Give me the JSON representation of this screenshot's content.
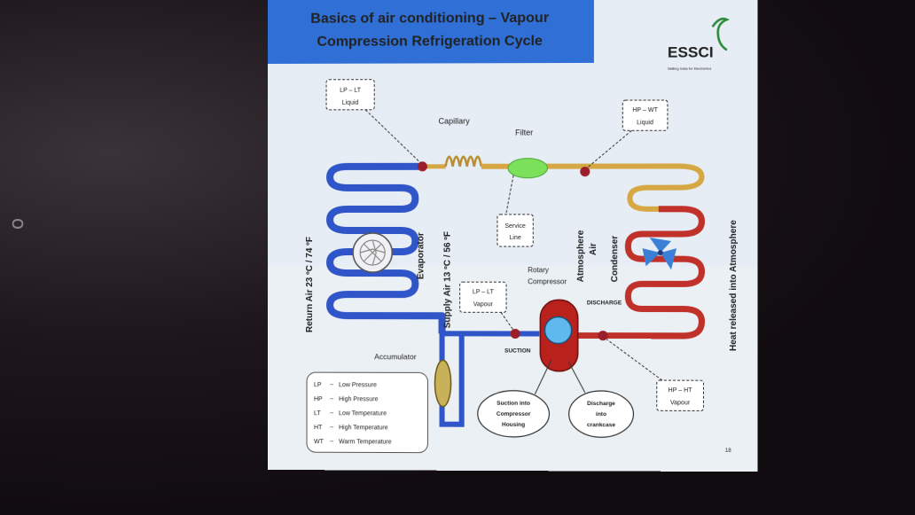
{
  "slide": {
    "title_line1": "Basics of air conditioning – Vapour",
    "title_line2": "Compression Refrigeration Cycle",
    "logo_text": "ESSCI",
    "logo_tagline": "Skilling India for Electronics",
    "page_number": "18"
  },
  "side_labels": {
    "return_air": "Return Air 23 ºC / 74 ºF",
    "supply_air": "Supply Air 13 ºC / 56 ºF",
    "evaporator": "Evaporator",
    "atmosphere_air_1": "Atmosphere",
    "atmosphere_air_2": "Air",
    "condenser": "Condenser",
    "heat_released": "Heat released into Atmosphere"
  },
  "components": {
    "capillary": "Capillary",
    "filter": "Filter",
    "service_line_1": "Service",
    "service_line_2": "Line",
    "rotary_compressor_1": "Rotary",
    "rotary_compressor_2": "Compressor",
    "discharge": "DISCHARGE",
    "suction": "SUCTION",
    "accumulator": "Accumulator"
  },
  "callouts": {
    "lp_lt_liquid_1": "LP – LT",
    "lp_lt_liquid_2": "Liquid",
    "hp_wt_liquid_1": "HP – WT",
    "hp_wt_liquid_2": "Liquid",
    "lp_lt_vapour_1": "LP – LT",
    "lp_lt_vapour_2": "Vapour",
    "hp_ht_vapour_1": "HP – HT",
    "hp_ht_vapour_2": "Vapour",
    "suction_housing_1": "Suction into",
    "suction_housing_2": "Compressor",
    "suction_housing_3": "Housing",
    "discharge_crankcase_1": "Discharge",
    "discharge_crankcase_2": "into",
    "discharge_crankcase_3": "crankcase"
  },
  "legend": [
    {
      "abbr": "LP",
      "desc": "Low Pressure"
    },
    {
      "abbr": "HP",
      "desc": "High Pressure"
    },
    {
      "abbr": "LT",
      "desc": "Low Temperature"
    },
    {
      "abbr": "HT",
      "desc": "High Temperature"
    },
    {
      "abbr": "WT",
      "desc": "Warm Temperature"
    }
  ],
  "colors": {
    "title_band": "#2f6fd6",
    "evaporator_blue": "#2f55c8",
    "condenser_red": "#c0312a",
    "liquid_line_gold": "#d6a843",
    "filter_green": "#7be05a",
    "compressor_red": "#b8211c"
  }
}
